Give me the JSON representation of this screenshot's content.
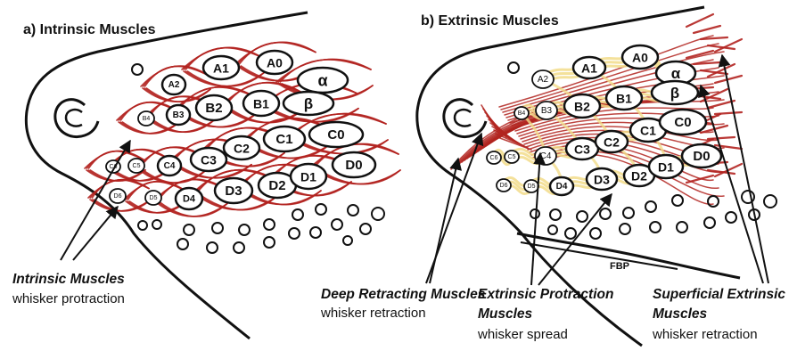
{
  "panels": [
    {
      "id": "a",
      "title": "a) Intrinsic Muscles"
    },
    {
      "id": "b",
      "title": "b) Extrinsic Muscles"
    }
  ],
  "whisker_labels": {
    "A0": "A0",
    "A1": "A1",
    "A2": "A2",
    "alpha": "α",
    "B1": "B1",
    "B2": "B2",
    "B3": "B3",
    "B4": "B4",
    "beta": "β",
    "C0": "C0",
    "C1": "C1",
    "C2": "C2",
    "C3": "C3",
    "C4": "C4",
    "C5": "C5",
    "C6": "C6",
    "D0": "D0",
    "D1": "D1",
    "D2": "D2",
    "D3": "D3",
    "D4": "D4",
    "D5": "D5",
    "D6": "D6"
  },
  "captions": {
    "intrinsic": {
      "title": "Intrinsic Muscles",
      "sub": "whisker protraction"
    },
    "deep": {
      "title": "Deep Retracting Muscles",
      "sub": "whisker retraction"
    },
    "protraction": {
      "title_line1": "Extrinsic Protraction",
      "title_line2": "Muscles",
      "sub": "whisker spread"
    },
    "superficial": {
      "title_line1": "Superficial Extrinsic",
      "title_line2": "Muscles",
      "sub": "whisker retraction"
    },
    "fbp": "FBP"
  },
  "colors": {
    "muscle_red": "#b22420",
    "extrinsic_yellow": "#f2dc8a",
    "outline": "#111111"
  }
}
